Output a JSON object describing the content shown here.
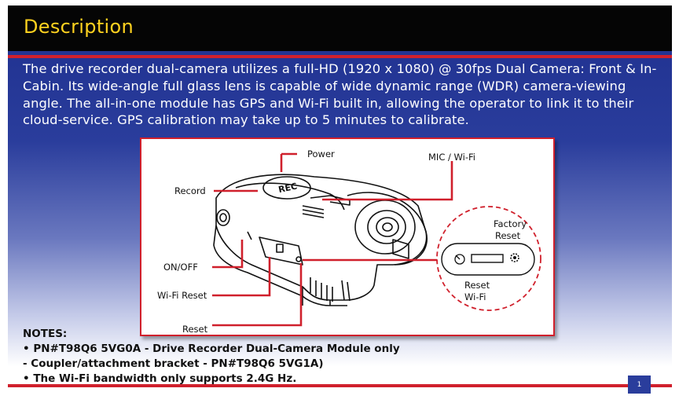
{
  "title": "Description",
  "description": "The drive recorder dual-camera utilizes a full-HD (1920 x 1080) @ 30fps Dual Camera: Front & In-Cabin.  Its wide-angle full glass lens is capable of wide dynamic range (WDR) camera-viewing angle.  The all-in-one module has GPS and Wi-Fi built in, allowing the operator to link it to their cloud-service.  GPS calibration may take up to 5 minutes to calibrate.",
  "figure": {
    "labels": {
      "power": "Power",
      "mic_wifi": "MIC / Wi-Fi",
      "record": "Record",
      "on_off": "ON/OFF",
      "wifi_reset": "Wi-Fi Reset",
      "reset": "Reset",
      "factory_reset_1": "Factory",
      "factory_reset_2": "Reset",
      "reset_wifi_1": "Reset",
      "reset_wifi_2": "Wi-Fi"
    },
    "device_text": "REC"
  },
  "notes": {
    "heading": "NOTES:",
    "lines": [
      "• PN#T98Q6 5VG0A - Drive Recorder Dual-Camera Module only",
      "- Coupler/attachment bracket - PN#T98Q6 5VG1A)",
      "• The Wi-Fi bandwidth only supports 2.4G Hz."
    ]
  },
  "page_number": "1",
  "colors": {
    "accent_red": "#d0202c",
    "title_yellow": "#ffd21f",
    "brand_blue": "#2a3d9c"
  }
}
